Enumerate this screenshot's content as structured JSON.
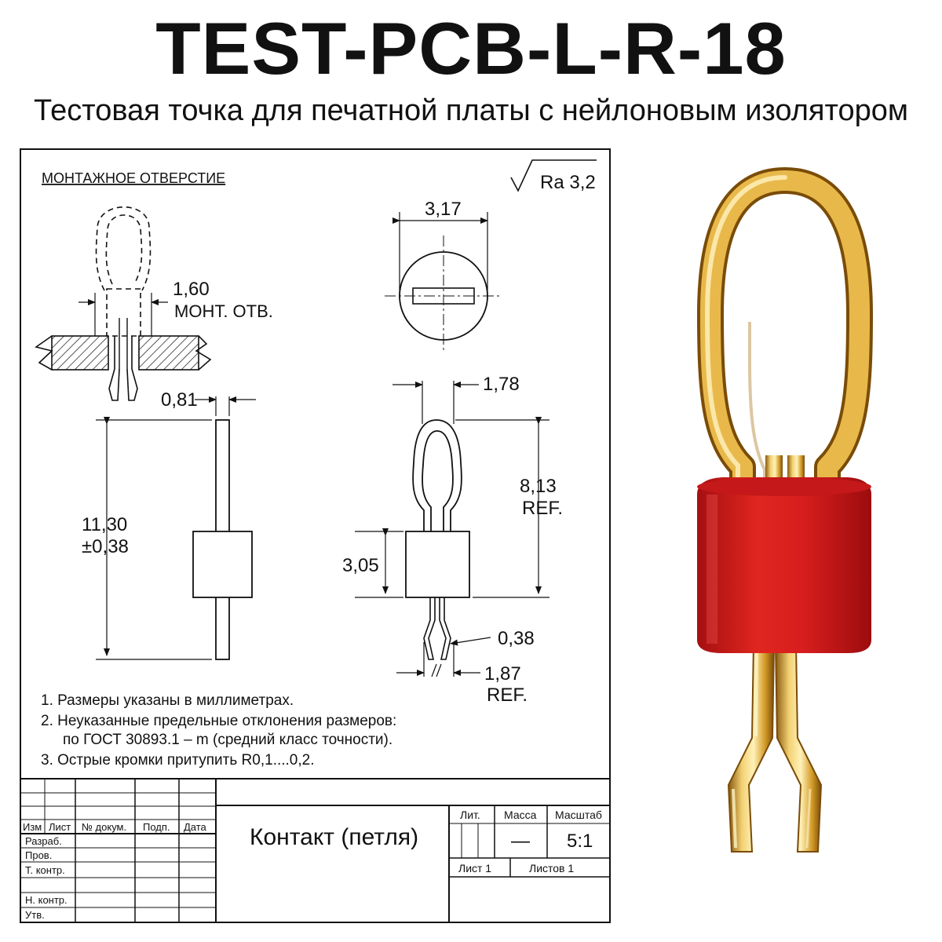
{
  "header": {
    "title": "TEST-PCB-L-R-18",
    "subtitle": "Тестовая точка для печатной платы с нейлоновым изолятором"
  },
  "drawing": {
    "mounting_hole_label": "МОНТАЖНОЕ ОТВЕРСТИЕ",
    "roughness": "Ra 3,2",
    "dims": {
      "hole_d": "1,60",
      "hole_label": "МОНТ. ОТВ.",
      "head_width": "3,17",
      "pin_thick": "0,81",
      "total_len_value": "11,30",
      "total_len_tol": "±0,38",
      "loop_width": "1,78",
      "loop_height_value": "8,13",
      "loop_height_ref": "REF.",
      "insulator_h": "3,05",
      "leg_thick": "0,38",
      "leg_spread_value": "1,87",
      "leg_spread_ref": "REF."
    },
    "notes": [
      "1.  Размеры указаны в миллиметрах.",
      "2.  Неуказанные предельные отклонения размеров:",
      "по ГОСТ 30893.1 – m (средний класс точности).",
      "3.  Острые кромки притупить R0,1....0,2."
    ]
  },
  "title_block": {
    "row_labels": [
      "Изм",
      "Лист",
      "№ докум.",
      "Подп.",
      "Дата"
    ],
    "roles": [
      "Разраб.",
      "Пров.",
      "Т. контр.",
      "Н. контр.",
      "Утв."
    ],
    "part_name": "Контакт (петля)",
    "lit_label": "Лит.",
    "mass_label": "Масса",
    "scale_label": "Масштаб",
    "mass_value": "—",
    "scale_value": "5:1",
    "sheet_label": "Лист  1",
    "sheets_label": "Листов  1"
  },
  "colors": {
    "insulator": "#d81e1e",
    "gold": "#d9a830"
  }
}
